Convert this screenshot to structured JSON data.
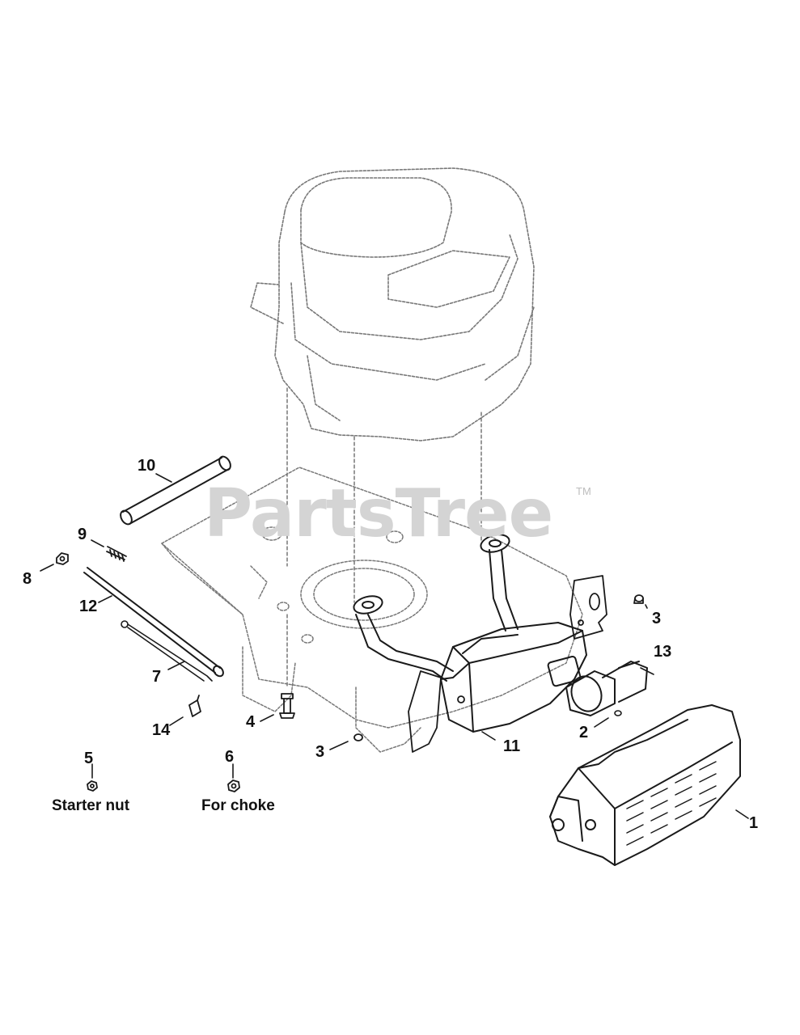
{
  "watermark": {
    "brand": "PartsTree",
    "trademark": "TM"
  },
  "callouts": {
    "c1": "1",
    "c2": "2",
    "c3a": "3",
    "c3b": "3",
    "c4": "4",
    "c5": "5",
    "c6": "6",
    "c7": "7",
    "c8": "8",
    "c9": "9",
    "c10": "10",
    "c11": "11",
    "c12": "12",
    "c13": "13",
    "c14": "14"
  },
  "notes": {
    "starter": "Starter nut",
    "choke": "For choke"
  },
  "colors": {
    "line": "#1a1a1a",
    "ghost": "#7a7a7a",
    "watermark": "#d4d4d4"
  }
}
